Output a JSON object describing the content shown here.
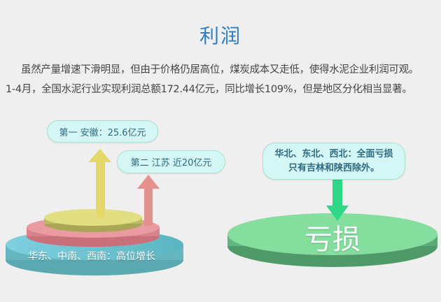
{
  "title": "利润",
  "paragraph": {
    "line1": "虽然产量增速下滑明显，但由于价格仍居高位，煤炭成本又走低，使得水泥企业利润可观。",
    "line2": "1-4月，全国水泥行业实现利润总额172.44亿元，同比增长109%，但是地区分化相当显著。"
  },
  "growth": {
    "first": "第一  安徽：25.6亿元",
    "second": "第二  江苏 近20亿元",
    "base_label": "华东、中南、西南：高位增长"
  },
  "loss": {
    "bubble_line1": "华北、东北、西北：全面亏损",
    "bubble_line2": "只有吉林和陕西除外。",
    "label": "亏损"
  }
}
